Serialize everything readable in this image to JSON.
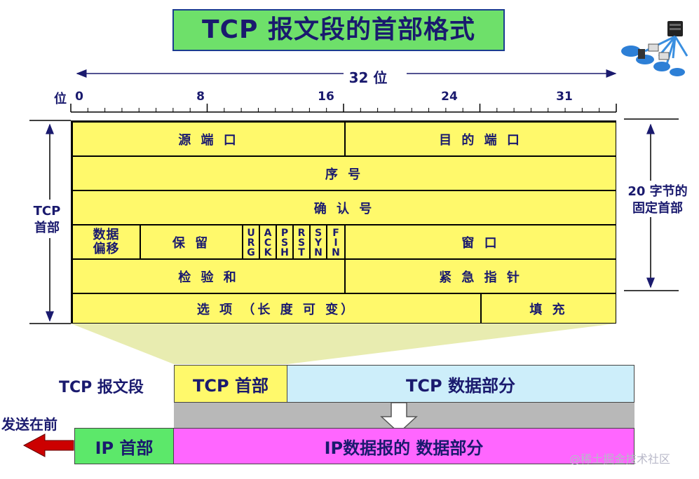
{
  "title": "TCP 报文段的首部格式",
  "scale": {
    "width_label": "32 位",
    "bit_label": "位",
    "ticks": [
      "0",
      "8",
      "16",
      "24",
      "31"
    ]
  },
  "side": {
    "left_label": "TCP\n首部",
    "right_label": "20 字节的\n固定首部"
  },
  "fields": {
    "src_port": "源 端 口",
    "dst_port": "目 的 端 口",
    "seq": "序 号",
    "ack_no": "确 认 号",
    "data_offset": "数据\n偏移",
    "reserved": "保 留",
    "flags": [
      "URG",
      "ACK",
      "PSH",
      "RST",
      "SYN",
      "FIN"
    ],
    "window": "窗 口",
    "checksum": "检 验 和",
    "urgent_ptr": "紧 急 指 针",
    "options": "选 项 （长 度 可 变）",
    "padding": "填 充"
  },
  "segment": {
    "row_label": "TCP 报文段",
    "tcp_header": "TCP 首部",
    "tcp_data": "TCP 数据部分"
  },
  "ip": {
    "send_label": "发送在前",
    "ip_header": "IP 首部",
    "ip_data": "IP数据报的 数据部分"
  },
  "watermark": "@稀土掘金技术社区",
  "colors": {
    "title_bg": "#6ee06a",
    "field_bg": "#fff96b",
    "tcp_data_bg": "#cdeefa",
    "ip_header_bg": "#5ce86a",
    "ip_data_bg": "#ff66ff",
    "text": "#1a1a6e",
    "arrow": "#cc0000"
  },
  "icons": [
    "network-icon"
  ]
}
